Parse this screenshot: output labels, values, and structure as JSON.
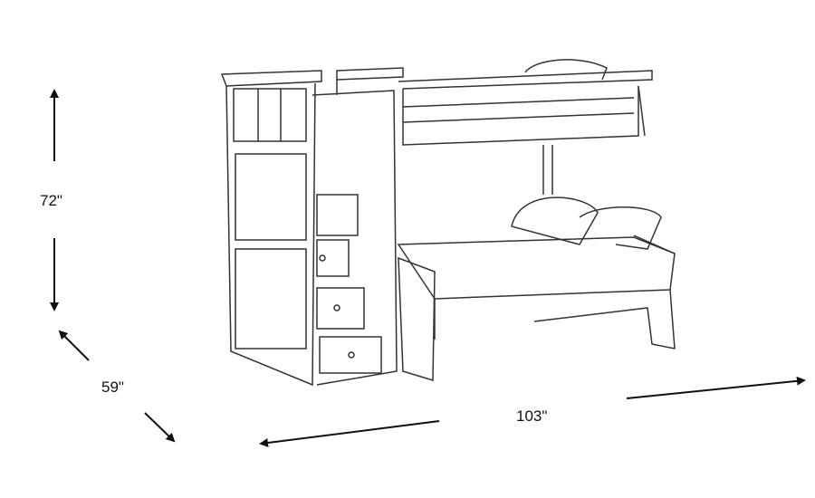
{
  "dimensions": {
    "height": "72\"",
    "depth": "59\"",
    "width": "103\""
  },
  "colors": {
    "line": "#1a1a1a",
    "sketch": "#555555"
  }
}
